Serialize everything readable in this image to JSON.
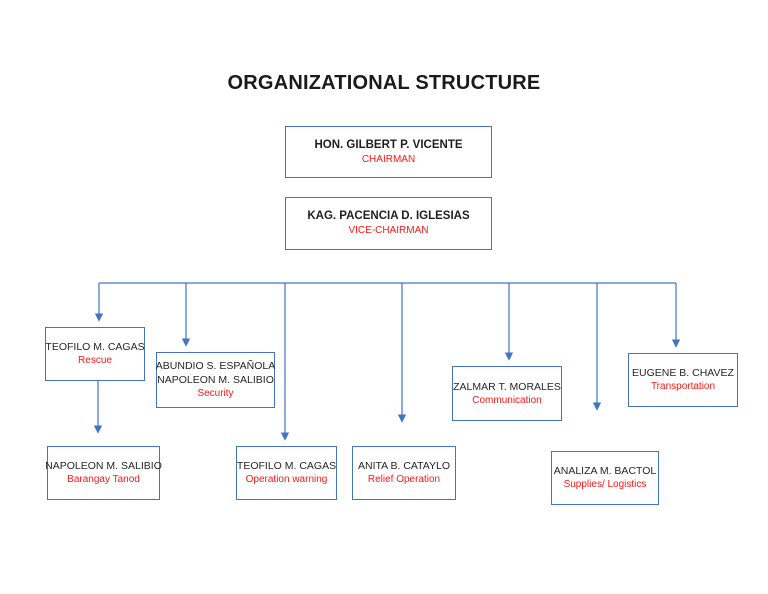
{
  "title": "ORGANIZATIONAL STRUCTURE",
  "colors": {
    "box_border": "#4472c4",
    "connector_line": "#4472c4",
    "name_text": "#262626",
    "role_text": "#fe1716"
  },
  "org": {
    "chairman": {
      "name1": "HON. GILBERT P. VICENTE",
      "role": "CHAIRMAN"
    },
    "vice_chairman": {
      "name1": "KAG. PACENCIA D. IGLESIAS",
      "role": "VICE-CHAIRMAN"
    },
    "rescue": {
      "name1": "TEOFILO M. CAGAS",
      "role": "Rescue"
    },
    "security": {
      "name1": "ABUNDIO S. ESPAÑOLA",
      "name2": "NAPOLEON M. SALIBIO",
      "role": "Security"
    },
    "communication": {
      "name1": "ZALMAR T. MORALES",
      "role": "Communication"
    },
    "transportation": {
      "name1": "EUGENE B. CHAVEZ",
      "role": "Transportation"
    },
    "barangay_tanod": {
      "name1": "NAPOLEON M. SALIBIO",
      "role": "Barangay Tanod"
    },
    "operation_warning": {
      "name1": "TEOFILO M. CAGAS",
      "role": "Operation warning"
    },
    "relief_operation": {
      "name1": "ANITA B. CATAYLO",
      "role": "Relief Operation"
    },
    "supplies_logistics": {
      "name1": "ANALIZA M. BACTOL",
      "role": "Supplies/ Logistics"
    }
  }
}
